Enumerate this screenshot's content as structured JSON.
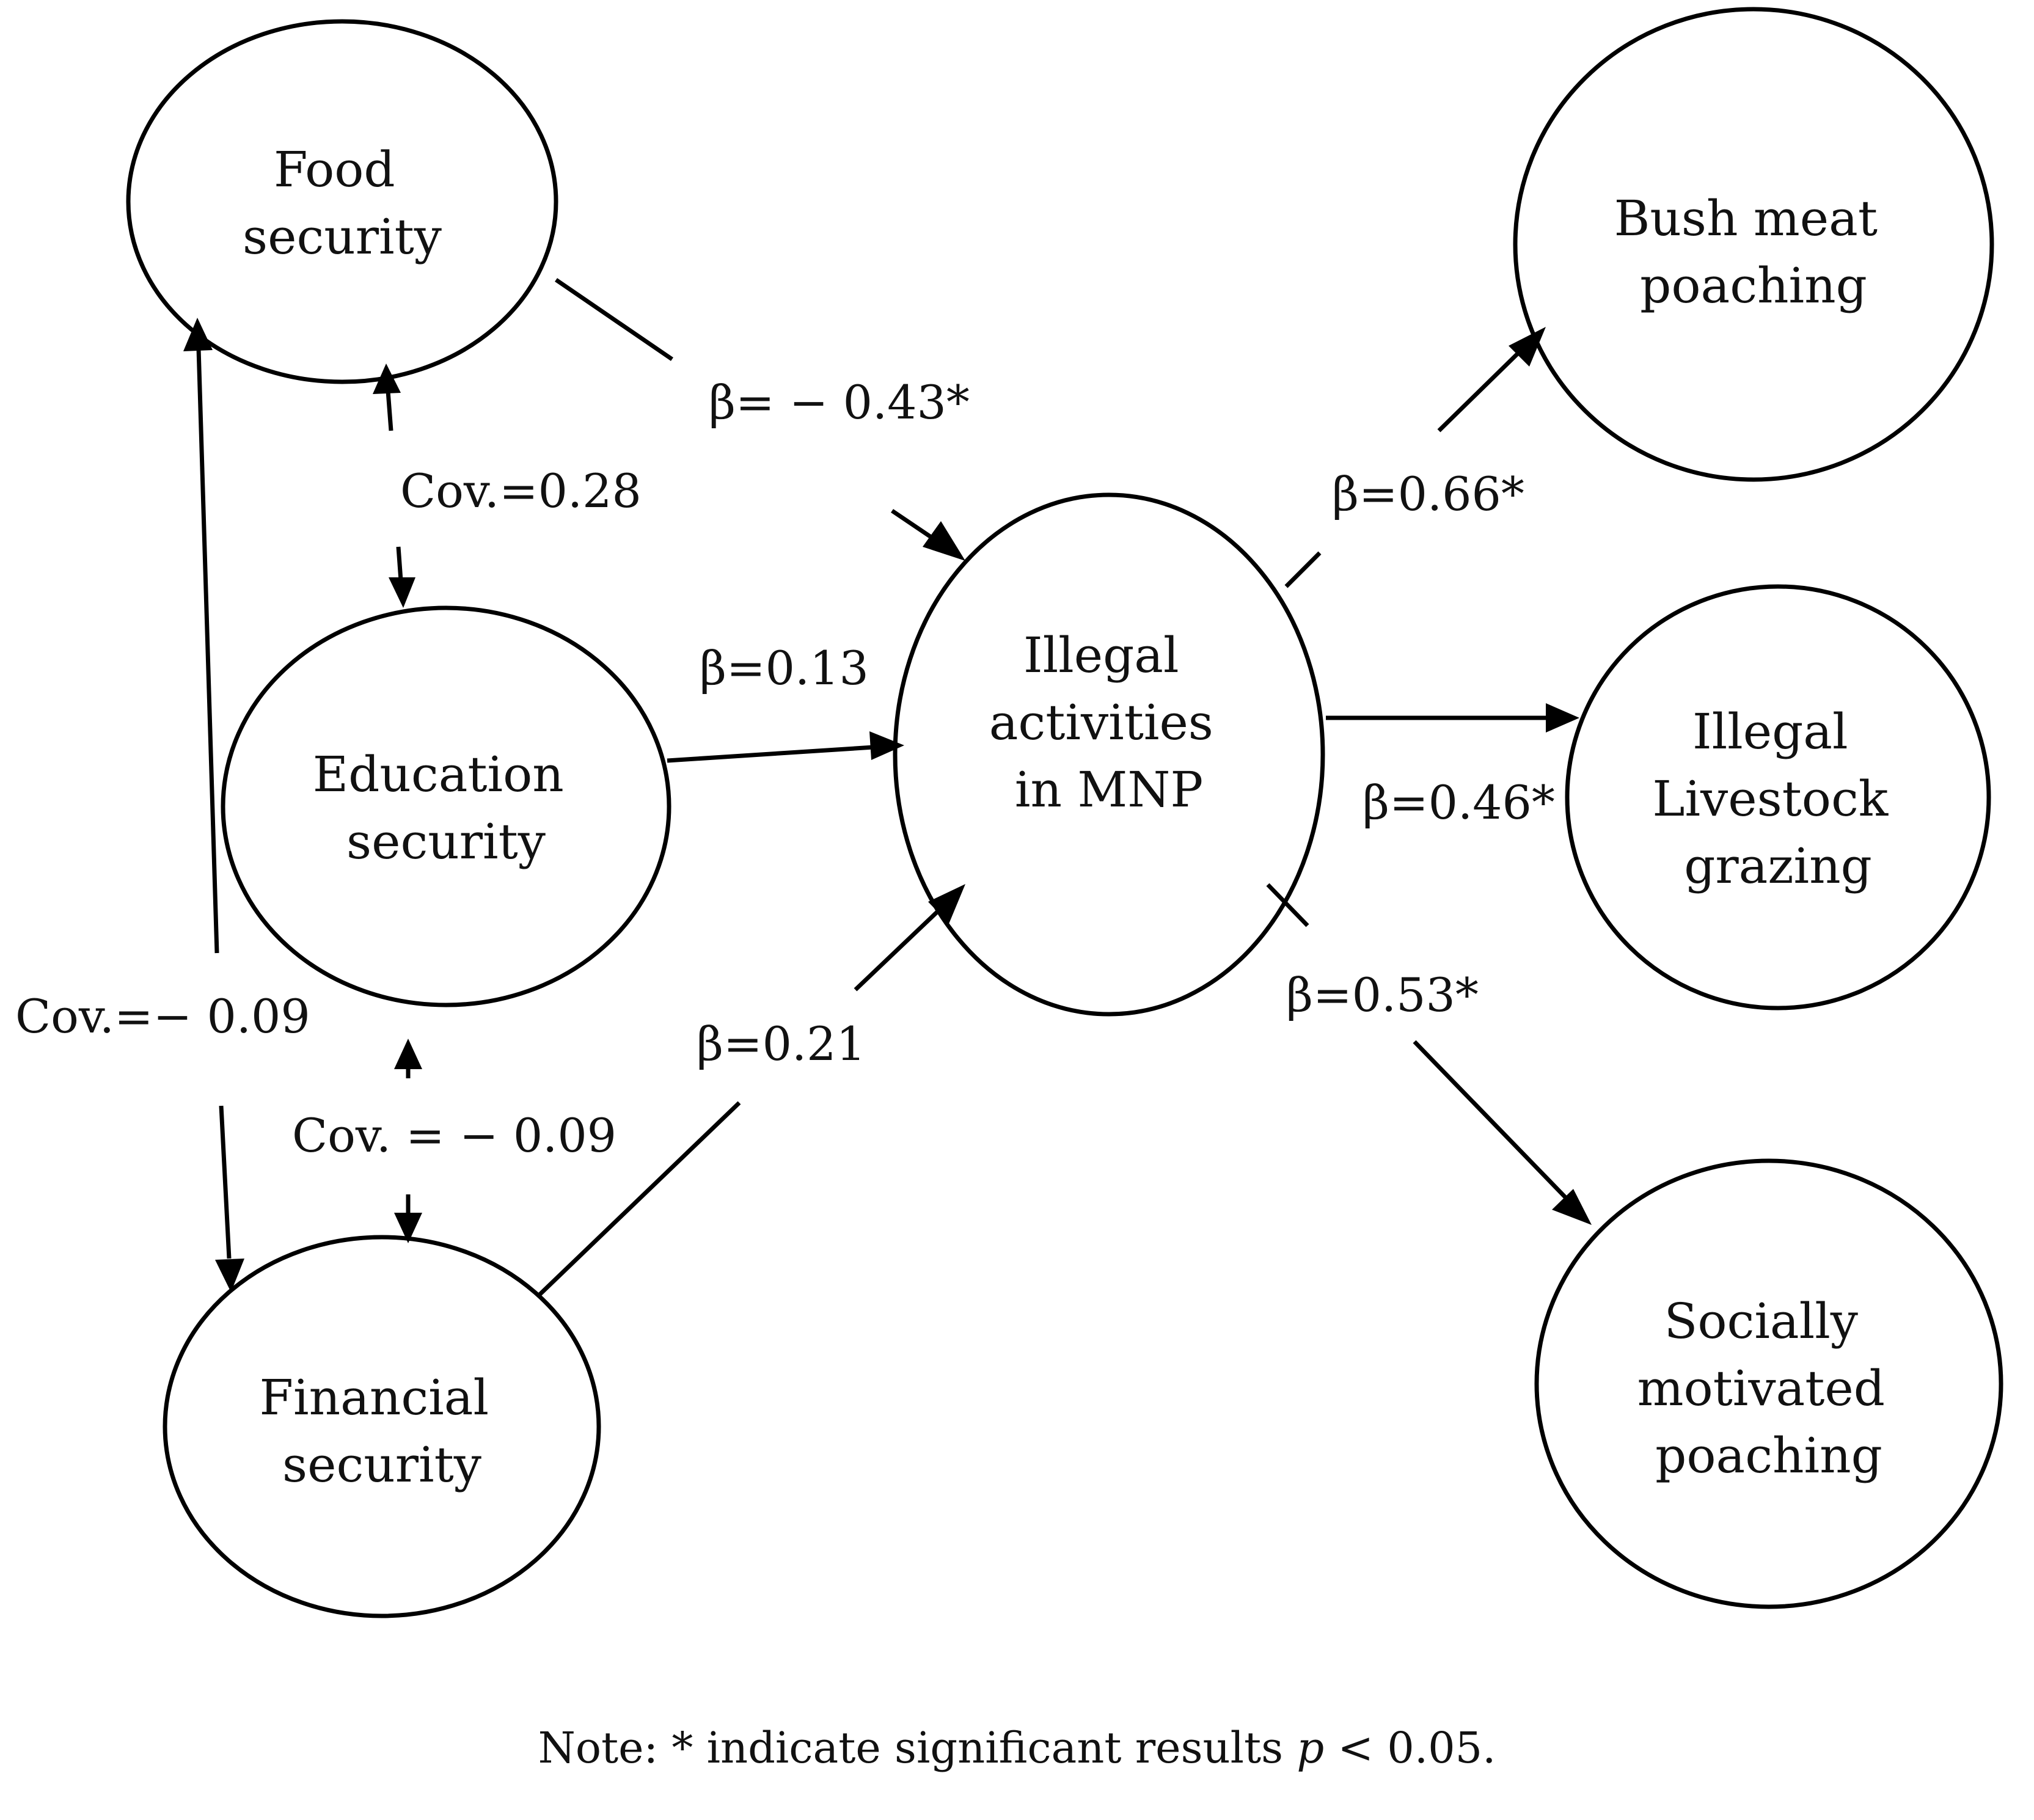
{
  "nodes": {
    "food": {
      "lines": [
        "Food",
        "security"
      ]
    },
    "education": {
      "lines": [
        "Education",
        "security"
      ]
    },
    "financial": {
      "lines": [
        "Financial",
        "security"
      ]
    },
    "illegal": {
      "lines": [
        "Illegal",
        "activities",
        "in MNP"
      ]
    },
    "bushmeat": {
      "lines": [
        "Bush meat",
        "poaching"
      ]
    },
    "livestock": {
      "lines": [
        "Illegal",
        "Livestock",
        "grazing"
      ]
    },
    "social": {
      "lines": [
        "Socially",
        "motivated",
        "poaching"
      ]
    }
  },
  "edges": {
    "food_illegal": "β= − 0.43*",
    "education_illegal": "β=0.13",
    "financial_illegal": "β=0.21",
    "illegal_bushmeat": "β=0.66*",
    "illegal_livestock": "β=0.46*",
    "illegal_social": "β=0.53*",
    "cov_food_education": "Cov.=0.28",
    "cov_education_financial": "Cov. = − 0.09",
    "cov_food_financial": "Cov.=− 0.09"
  },
  "note": {
    "prefix": "Note: * indicate significant results ",
    "p_symbol": "p",
    "suffix": " < 0.05."
  }
}
